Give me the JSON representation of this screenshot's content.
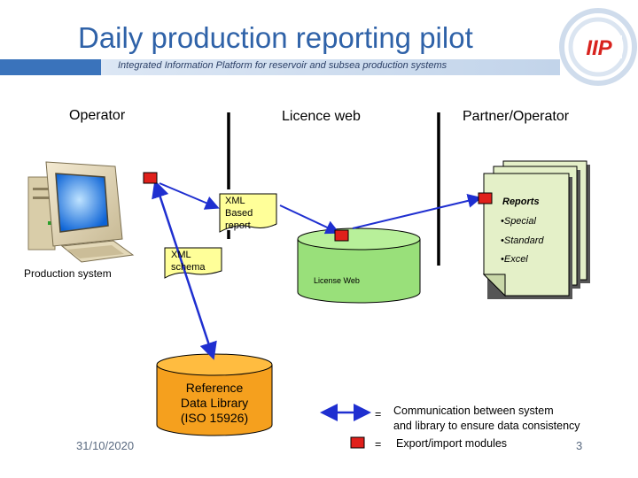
{
  "header": {
    "title": "Daily production reporting pilot",
    "subtitle": "Integrated Information Platform for reservoir and subsea production systems",
    "logo_text": "IIP"
  },
  "columns": {
    "operator": "Operator",
    "licence_web": "Licence web",
    "partner_operator": "Partner/Operator"
  },
  "nodes": {
    "production_system": "Production system",
    "xml_report": [
      "XML",
      "Based",
      "report"
    ],
    "xml_schema": [
      "XML",
      "schema"
    ],
    "licence_web_db": "License Web",
    "reference_library": [
      "Reference",
      "Data Library",
      "(ISO 15926)"
    ],
    "reports": {
      "title": "Reports",
      "items": [
        "•Special",
        "•Standard",
        "•Excel"
      ]
    }
  },
  "legend": {
    "equals": "=",
    "arrow_text": [
      "Communication between system",
      "and library to ensure data consistency"
    ],
    "module_text": "Export/import modules"
  },
  "footer": {
    "date": "31/10/2020",
    "page": "3"
  },
  "colors": {
    "title_blue": "#2f62a8",
    "arrow_blue": "#1f2fd0",
    "module_red": "#e0201b",
    "db_green": "#99e07a",
    "library_orange": "#f5a01e",
    "note_yellow": "#ffff99",
    "reports_green": "#e4f0c8"
  }
}
